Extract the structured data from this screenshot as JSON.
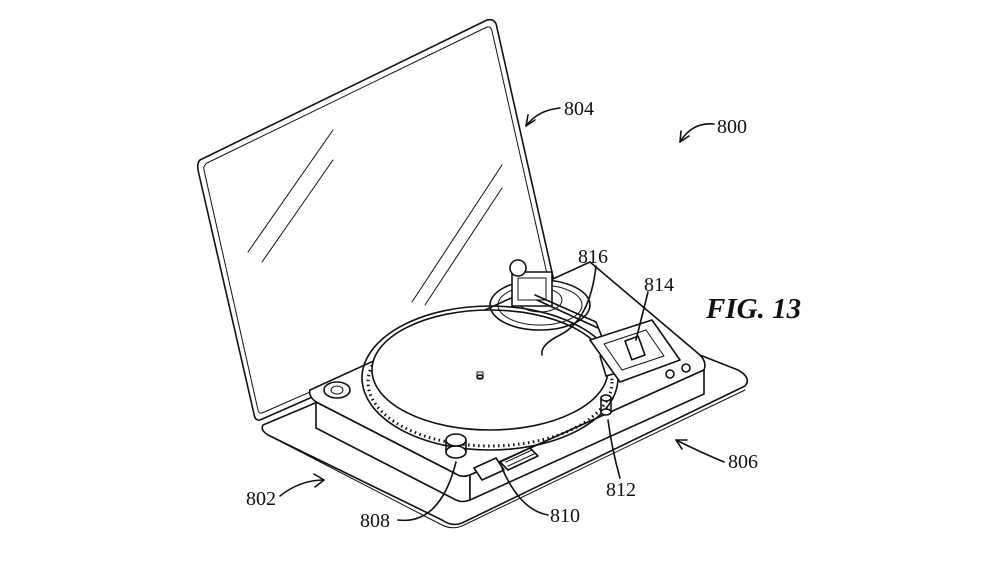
{
  "figure_title": "FIG. 13",
  "reference_numerals": {
    "device": "800",
    "base": "802",
    "display_lid": "804",
    "base_corner": "806",
    "knob": "808",
    "front_control": "810",
    "start_button": "812",
    "pitch_slider": "814",
    "platter": "816"
  }
}
